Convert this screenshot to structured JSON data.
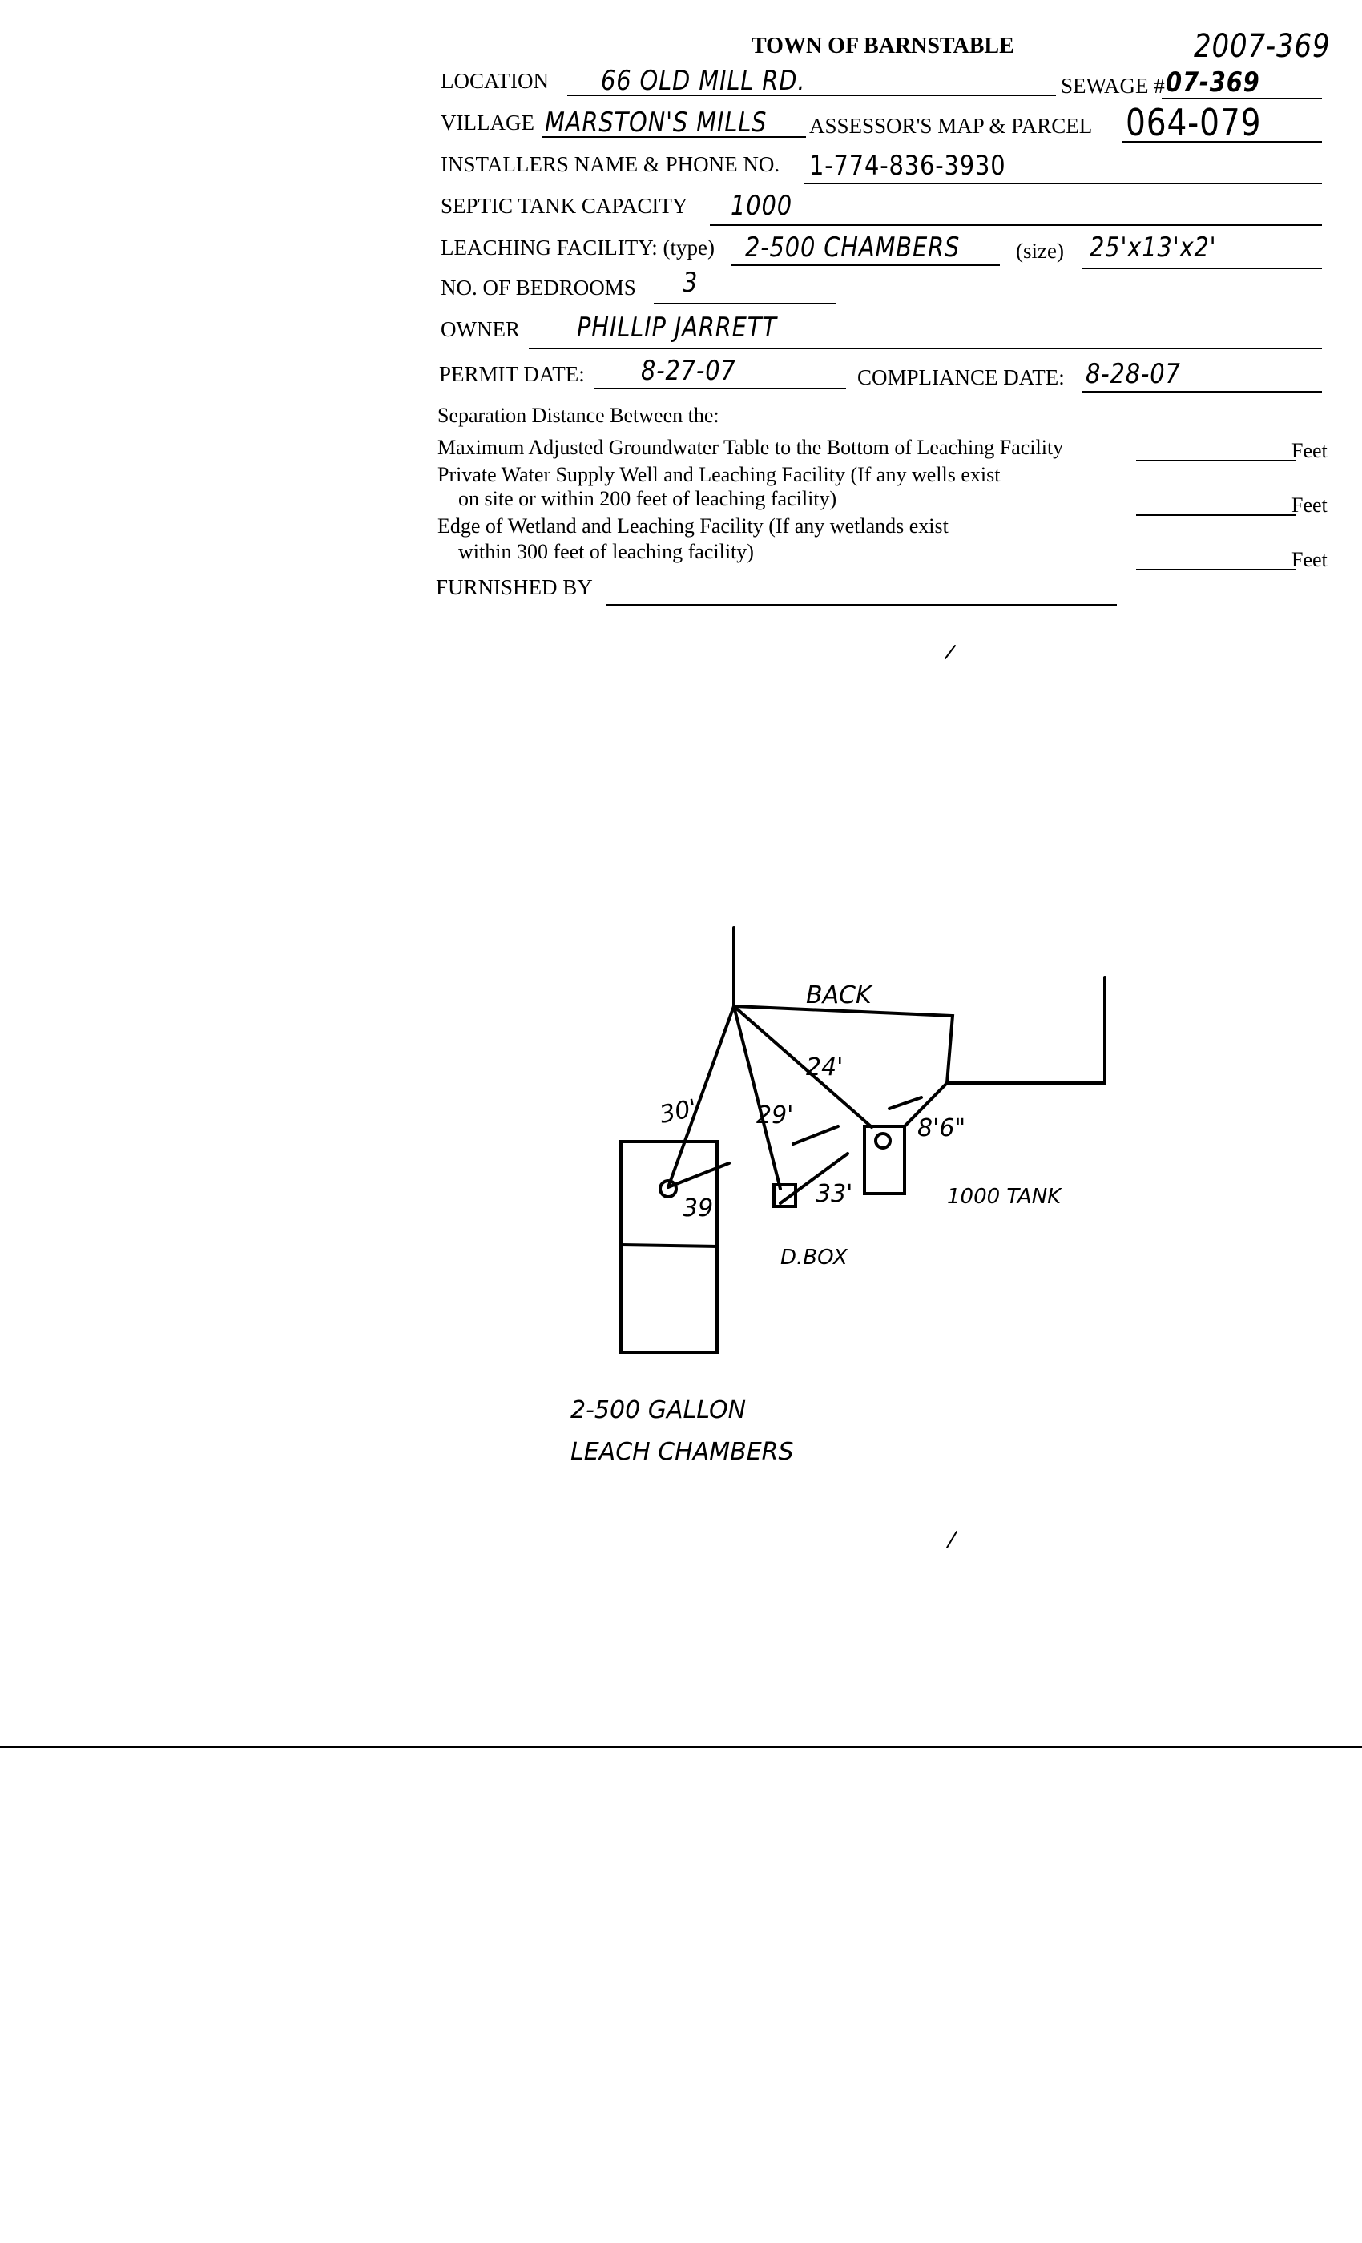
{
  "form": {
    "title": "TOWN OF BARNSTABLE",
    "file_number": "2007-369",
    "fields": {
      "location": {
        "label": "LOCATION",
        "value": "66 OLD MILL RD."
      },
      "sewage": {
        "label": "SEWAGE #",
        "value": "07-369"
      },
      "village": {
        "label": "VILLAGE",
        "value": "MARSTON'S MILLS"
      },
      "map_parcel": {
        "label": "ASSESSOR'S MAP & PARCEL",
        "value": "064-079"
      },
      "installer": {
        "label": "INSTALLERS NAME & PHONE NO.",
        "value": "1-774-836-3930"
      },
      "tank_capacity": {
        "label": "SEPTIC TANK CAPACITY",
        "value": "1000"
      },
      "leaching_type": {
        "label": "LEACHING FACILITY: (type)",
        "value": "2-500 CHAMBERS"
      },
      "leaching_size": {
        "label": "(size)",
        "value": "25'x13'x2'"
      },
      "bedrooms": {
        "label": "NO. OF BEDROOMS",
        "value": "3"
      },
      "owner": {
        "label": "OWNER",
        "value": "PHILLIP JARRETT"
      },
      "permit_date": {
        "label": "PERMIT DATE:",
        "value": "8-27-07"
      },
      "compliance_date": {
        "label": "COMPLIANCE DATE:",
        "value": "8-28-07"
      }
    },
    "separation": {
      "heading": "Separation Distance Between the:",
      "rows": [
        {
          "line1": "Maximum Adjusted Groundwater Table to the Bottom of Leaching Facility",
          "line2": "",
          "unit": "Feet",
          "value": ""
        },
        {
          "line1": "Private Water Supply Well and Leaching Facility (If any wells exist",
          "line2": "on site or within 200 feet of leaching facility)",
          "unit": "Feet",
          "value": ""
        },
        {
          "line1": "Edge of Wetland and Leaching Facility (If any wetlands exist",
          "line2": "within 300 feet of leaching facility)",
          "unit": "Feet",
          "value": ""
        }
      ]
    },
    "furnished_by": {
      "label": "FURNISHED BY",
      "value": ""
    }
  },
  "sketch": {
    "back_label": "BACK",
    "dim_30": "30'",
    "dim_29": "29'",
    "dim_24": "24'",
    "dim_86": "8'6\"",
    "dim_39": "39'",
    "dim_33": "33'",
    "tank_label": "1000 TANK",
    "dbox_label": "D.BOX",
    "chambers_label_1": "2-500 GALLON",
    "chambers_label_2": "LEACH CHAMBERS"
  }
}
